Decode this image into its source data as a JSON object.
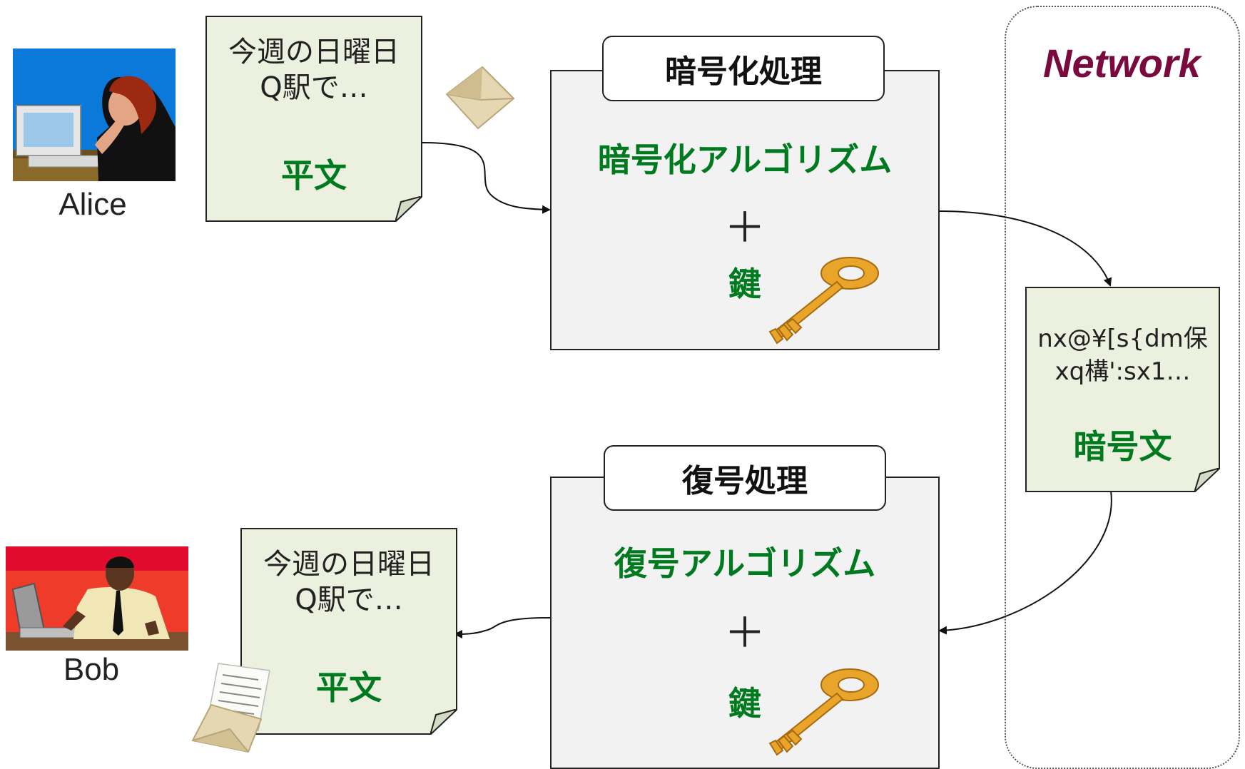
{
  "alice": {
    "name": "Alice"
  },
  "bob": {
    "name": "Bob"
  },
  "plaintext_top": {
    "line1": "今週の日曜日",
    "line2": "Q駅で…",
    "label": "平文"
  },
  "plaintext_bottom": {
    "line1": "今週の日曜日",
    "line2": "Q駅で…",
    "label": "平文"
  },
  "encrypt": {
    "title": "暗号化処理",
    "algorithm": "暗号化アルゴリズム",
    "plus": "＋",
    "key": "鍵"
  },
  "decrypt": {
    "title": "復号処理",
    "algorithm": "復号アルゴリズム",
    "plus": "＋",
    "key": "鍵"
  },
  "network": {
    "label": "Network"
  },
  "ciphertext": {
    "line1": "nx@¥[s{dm保",
    "line2": "xq構':sx1…",
    "label": "暗号文"
  },
  "colors": {
    "green_text": "#007a1f",
    "network_text": "#7a0a3e",
    "note_fill": "#ebf1de",
    "box_fill": "#f2f2f2"
  },
  "icons": [
    "alice-clipart",
    "bob-clipart",
    "closed-envelope-icon",
    "open-letter-icon",
    "key-icon"
  ]
}
